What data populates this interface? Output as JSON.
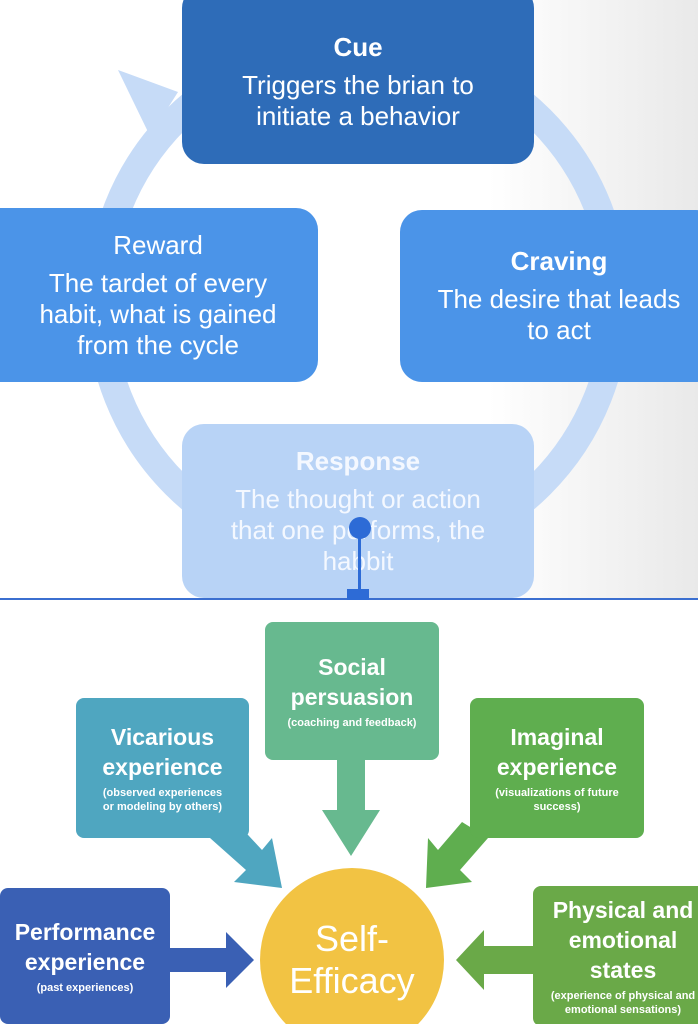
{
  "habit_loop": {
    "cue": {
      "title": "Cue",
      "desc_line1": "Triggers the brian to",
      "desc_line2": "initiate a behavior"
    },
    "craving": {
      "title": "Craving",
      "desc_line1": "The desire that leads",
      "desc_line2": "to act"
    },
    "reward": {
      "title": "Reward",
      "desc_line1": "The tardet of every",
      "desc_line2": "habit, what is gained",
      "desc_line3": "from the cycle"
    },
    "response": {
      "title": "Response",
      "desc_line1": "The thought or action",
      "desc_line2": "that one performs, the",
      "desc_line3": "habbit"
    }
  },
  "self_efficacy": {
    "center_line1": "Self-",
    "center_line2": "Efficacy",
    "social": {
      "title_line1": "Social",
      "title_line2": "persuasion",
      "sub": "(coaching and feedback)"
    },
    "vicarious": {
      "title_line1": "Vicarious",
      "title_line2": "experience",
      "sub_line1": "(observed experiences",
      "sub_line2": "or modeling by others)"
    },
    "imaginal": {
      "title_line1": "Imaginal",
      "title_line2": "experience",
      "sub_line1": "(visualizations of future",
      "sub_line2": "success)"
    },
    "performance": {
      "title_line1": "Performance",
      "title_line2": "experience",
      "sub": "(past experiences)"
    },
    "physical": {
      "title_line1": "Physical and",
      "title_line2": "emotional",
      "title_line3": "states",
      "sub_line1": "(experience of physical and",
      "sub_line2": "emotional sensations)"
    }
  },
  "colors": {
    "cue": "#2e6cb8",
    "craving": "#4b94e8",
    "reward": "#4b94e8",
    "response": "#b8d3f6",
    "ring": "#c6dbf7",
    "selection": "#2d6bd6",
    "social": "#67b98f",
    "vicarious": "#4fa6c0",
    "imaginal": "#5fae4f",
    "performance": "#3a60b4",
    "physical": "#6aa948",
    "center": "#f2c343"
  }
}
